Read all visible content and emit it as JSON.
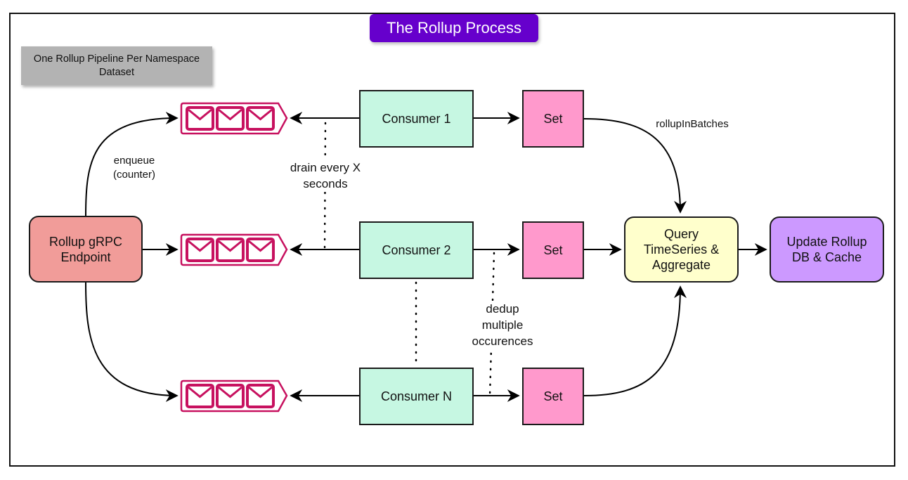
{
  "title": "The Rollup Process",
  "note": "One Rollup Pipeline Per Namespace Dataset",
  "colors": {
    "title_bg": "#6600CC",
    "note_bg": "#B3B3B3",
    "endpoint_fill": "#F19C99",
    "consumer_fill": "#C6F7E2",
    "set_fill": "#FF99CC",
    "query_fill": "#FFFFCC",
    "update_fill": "#CC99FF",
    "queue_stroke": "#C7115F"
  },
  "nodes": {
    "endpoint": "Rollup gRPC Endpoint",
    "consumers": [
      "Consumer 1",
      "Consumer 2",
      "Consumer N"
    ],
    "sets": [
      "Set",
      "Set",
      "Set"
    ],
    "query": "Query TimeSeries & Aggregate",
    "update": "Update Rollup DB & Cache",
    "queue_icon": "message-queue-icon"
  },
  "edge_labels": {
    "enqueue": "enqueue (counter)",
    "drain": "drain every X seconds",
    "dedup": "dedup multiple occurences",
    "rollup_batches": "rollupInBatches"
  }
}
